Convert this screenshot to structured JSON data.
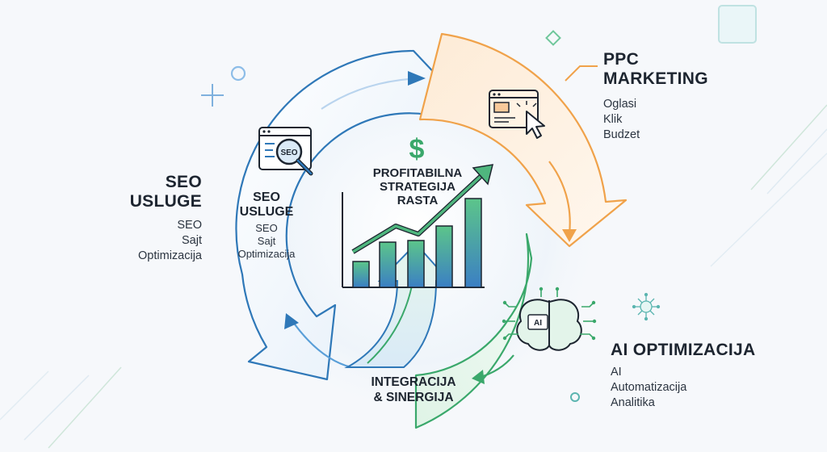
{
  "center": {
    "currency_symbol": "$",
    "title_lines": [
      "PROFITABILNA",
      "STRATEGIJA",
      "RASTA"
    ]
  },
  "bottom": {
    "title_lines": [
      "INTEGRACIJA",
      "& SINERGIJA"
    ]
  },
  "ppc": {
    "title_lines": [
      "PPC",
      "MARKETING"
    ],
    "items": [
      "Oglasi",
      "Klik",
      "Budzet"
    ]
  },
  "seo_outer": {
    "title_lines": [
      "SEO",
      "USLUGE"
    ],
    "items": [
      "SEO",
      "Sajt",
      "Optimizacija"
    ]
  },
  "seo_inner": {
    "title_lines": [
      "SEO",
      "USLUGE"
    ],
    "items": [
      "SEO",
      "Sajt",
      "Optimizacija"
    ]
  },
  "seo_icon_text": "SEO",
  "ai": {
    "title": "AI OPTIMIZACIJA",
    "items": [
      "AI",
      "Automatizacija",
      "Analitika"
    ]
  },
  "ai_chip_text": "AI",
  "colors": {
    "blue": "#2f78b8",
    "orange": "#f0a24a",
    "green": "#3aa86b",
    "dark": "#1d2530"
  },
  "icons": [
    "seo-magnifier-icon",
    "browser-click-icon",
    "ai-brain-icon",
    "dollar-sign-icon",
    "growth-arrow-icon",
    "network-node-icon"
  ]
}
